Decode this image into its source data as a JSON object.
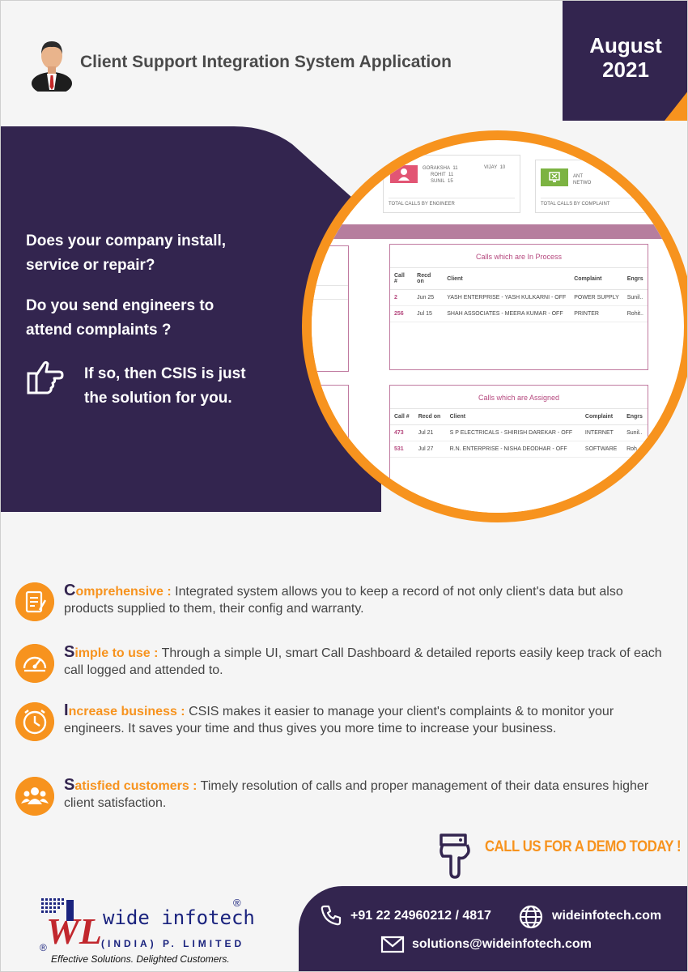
{
  "header": {
    "title": "Client Support Integration System Application",
    "month": "August",
    "year": "2021"
  },
  "intro": {
    "q1_line1": "Does your company install,",
    "q1_line2": "service or repair?",
    "q2_line1": "Do you send engineers to",
    "q2_line2": "attend complaints ?",
    "answer_line1": "If so, then CSIS is just",
    "answer_line2": "the solution for you."
  },
  "screenshot": {
    "engineer_card": {
      "rows": [
        {
          "name": "GORAKSHA",
          "count": "11"
        },
        {
          "name": "ROHIT",
          "count": "11"
        },
        {
          "name": "SUNIL",
          "count": "15"
        }
      ],
      "extra_name": "VIJAY",
      "extra_count": "10",
      "footer": "TOTAL CALLS BY ENGINEER"
    },
    "complaint_card": {
      "partial1": "ANT",
      "partial2": "NETWO",
      "footer": "TOTAL CALLS BY COMPLAINT"
    },
    "in_process": {
      "title": "Calls which are In Process",
      "headers": [
        "Call #",
        "Recd on",
        "Client",
        "Complaint",
        "Engrs"
      ],
      "rows": [
        [
          "2",
          "Jun 25",
          "YASH ENTERPRISE - YASH KULKARNI - OFF",
          "POWER SUPPLY",
          "Sunil.."
        ],
        [
          "256",
          "Jul 15",
          "SHAH ASSOCIATES - MEERA KUMAR - OFF",
          "PRINTER",
          "Rohit.."
        ]
      ]
    },
    "assigned": {
      "title": "Calls which are Assigned",
      "headers": [
        "Call #",
        "Recd on",
        "Client",
        "Complaint",
        "Engrs"
      ],
      "rows": [
        [
          "473",
          "Jul 21",
          "S P ELECTRICALS - SHIRISH DAREKAR - OFF",
          "INTERNET",
          "Sunil.."
        ],
        [
          "531",
          "Jul 27",
          "R.N. ENTERPRISE - NISHA DEODHAR - OFF",
          "SOFTWARE",
          "Roh"
        ]
      ]
    }
  },
  "features": [
    {
      "cap": "C",
      "head": "omprehensive :",
      "text": " Integrated system allows you to keep a record of not only client's data but also products supplied to them, their config and warranty.",
      "icon": "document-icon"
    },
    {
      "cap": "S",
      "head": "imple to use :",
      "text": " Through a simple UI, smart Call Dashboard & detailed reports easily keep track of each call logged and attended to.",
      "icon": "speedometer-icon"
    },
    {
      "cap": "I",
      "head": "ncrease business :",
      "text": " CSIS makes it easier to manage your client's complaints & to monitor your engineers. It saves your time and thus gives you more time to increase your business.",
      "icon": "clock-icon"
    },
    {
      "cap": "S",
      "head": "atisfied customers :",
      "text": " Timely resolution of calls  and proper management of their data ensures higher client satisfaction.",
      "icon": "users-icon"
    }
  ],
  "cta": "CALL US FOR A DEMO TODAY !",
  "logo": {
    "mark": "WL",
    "name": "wide infotech",
    "sub": "(INDIA) P. LIMITED",
    "reg": "®",
    "tagline": "Effective Solutions. Delighted Customers."
  },
  "contact": {
    "phone": "+91 22 24960212 / 4817",
    "website": "wideinfotech.com",
    "email": "solutions@wideinfotech.com"
  },
  "colors": {
    "purple": "#33254f",
    "orange": "#f7931e",
    "magenta": "#b5487e"
  }
}
